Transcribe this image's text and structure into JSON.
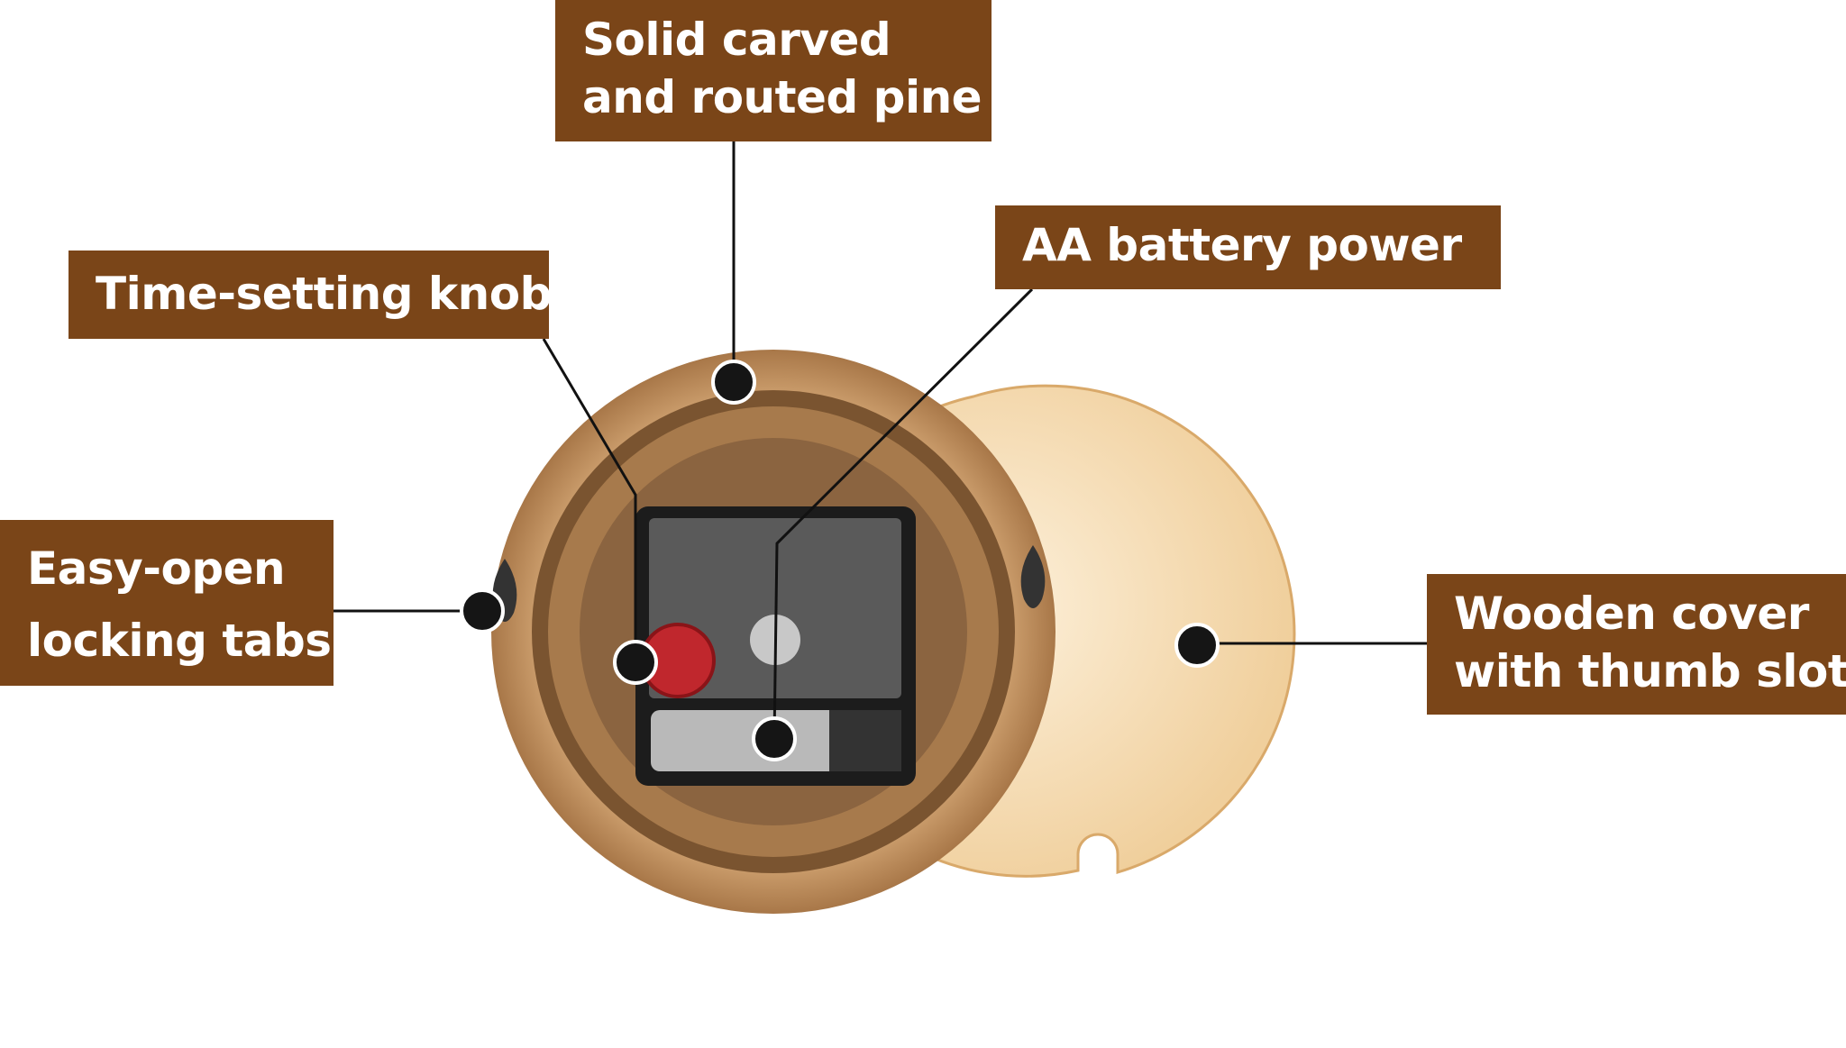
{
  "colors": {
    "label_bg": "#7a4518",
    "label_text": "#ffffff",
    "pine": "#b88a5c",
    "cover": "#f6dcb4"
  },
  "callouts": [
    {
      "id": "pine",
      "text_lines": [
        "Solid carved",
        "and routed pine"
      ]
    },
    {
      "id": "battery",
      "text_lines": [
        "AA battery power"
      ]
    },
    {
      "id": "knob",
      "text_lines": [
        "Time-setting knob"
      ]
    },
    {
      "id": "tabs",
      "text_lines": [
        "Easy-open",
        "locking tabs"
      ]
    },
    {
      "id": "cover",
      "text_lines": [
        "Wooden cover",
        "with thumb slot"
      ]
    }
  ]
}
